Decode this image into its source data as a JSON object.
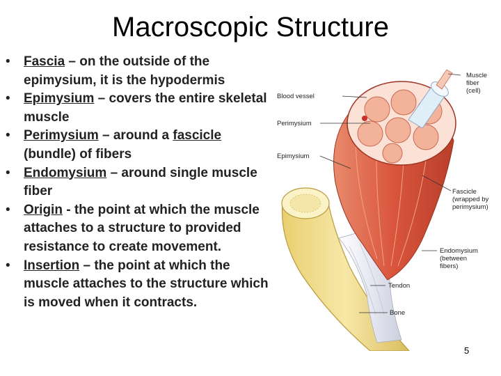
{
  "slide": {
    "title": "Macroscopic Structure",
    "bullets": [
      {
        "term": "Fascia",
        "mid": "",
        "term2": "",
        "text": " – on the outside of the epimysium, it is the hypodermis"
      },
      {
        "term": "Epimysium",
        "mid": "",
        "term2": "",
        "text": " – covers the entire skeletal muscle"
      },
      {
        "term": "Perimysium",
        "mid": " – around a ",
        "term2": "fascicle",
        "text": " (bundle) of fibers"
      },
      {
        "term": "Endomysium",
        "mid": "",
        "term2": "",
        "text": " – around single muscle fiber"
      },
      {
        "term": "Origin",
        "mid": "",
        "term2": "",
        "text": " - the point at which the muscle attaches to a structure to provided resistance  to create movement."
      },
      {
        "term": "Insertion",
        "mid": "",
        "term2": "",
        "text": " – the point at which the muscle attaches to the structure which is moved when it contracts."
      }
    ],
    "page_number": "5"
  },
  "figure": {
    "labels": {
      "muscle_fiber_1": "Muscle",
      "muscle_fiber_2": "fiber",
      "muscle_fiber_3": "(cell)",
      "blood_vessel": "Blood vessel",
      "perimysium": "Perimysium",
      "epimysium": "Epimysium",
      "fascicle_1": "Fascicle",
      "fascicle_2": "(wrapped by",
      "fascicle_3": "perimysium)",
      "endomysium_1": "Endomysium",
      "endomysium_2": "(between",
      "endomysium_3": "fibers)",
      "tendon": "Tendon",
      "bone": "Bone"
    },
    "colors": {
      "muscle": "#e2674a",
      "muscle_dark": "#c84a33",
      "fascicle": "#f3b29a",
      "tendon": "#eef0f6",
      "bone": "#f2dd8c",
      "bone_end": "#faf3c8"
    }
  }
}
